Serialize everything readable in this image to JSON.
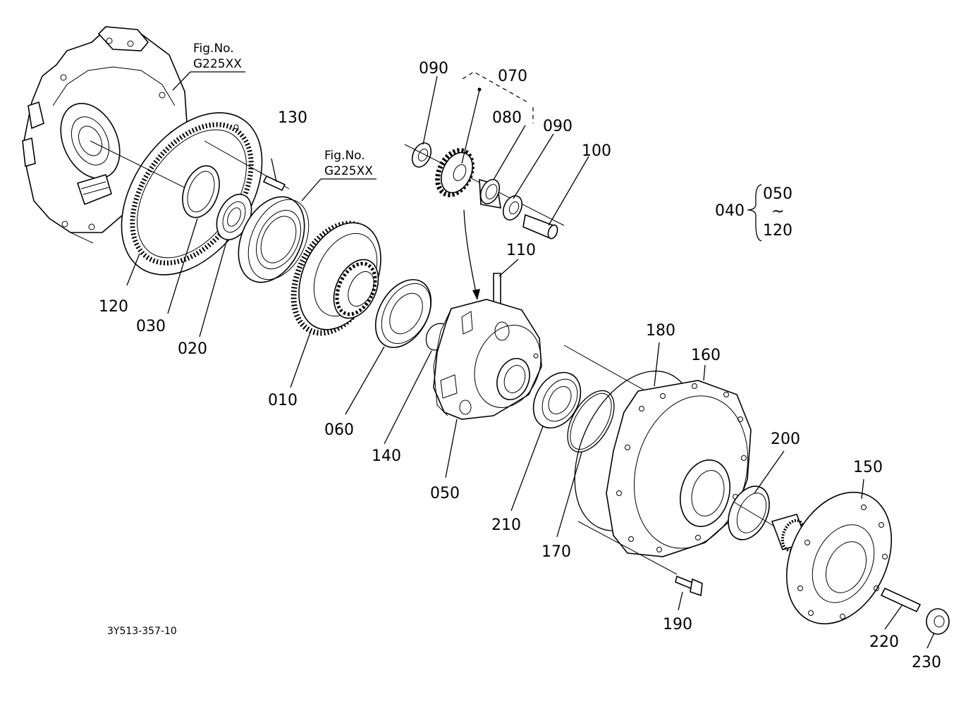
{
  "figure_refs": [
    {
      "line1": "Fig.No.",
      "line2": "G225XX"
    },
    {
      "line1": "Fig.No.",
      "line2": "G225XX"
    }
  ],
  "part_labels": {
    "p010": "010",
    "p020": "020",
    "p030": "030",
    "p040": "040",
    "p050": "050",
    "p060": "060",
    "p070": "070",
    "p080": "080",
    "p090a": "090",
    "p090b": "090",
    "p100": "100",
    "p110": "110",
    "p120": "120",
    "p130": "130",
    "p140": "140",
    "p150": "150",
    "p160": "160",
    "p170": "170",
    "p180": "180",
    "p190": "190",
    "p200": "200",
    "p210": "210",
    "p220": "220",
    "p230": "230"
  },
  "group": {
    "from": "050",
    "tilde": "~",
    "to": "120"
  },
  "drawing_code": "3Y513-357-10"
}
